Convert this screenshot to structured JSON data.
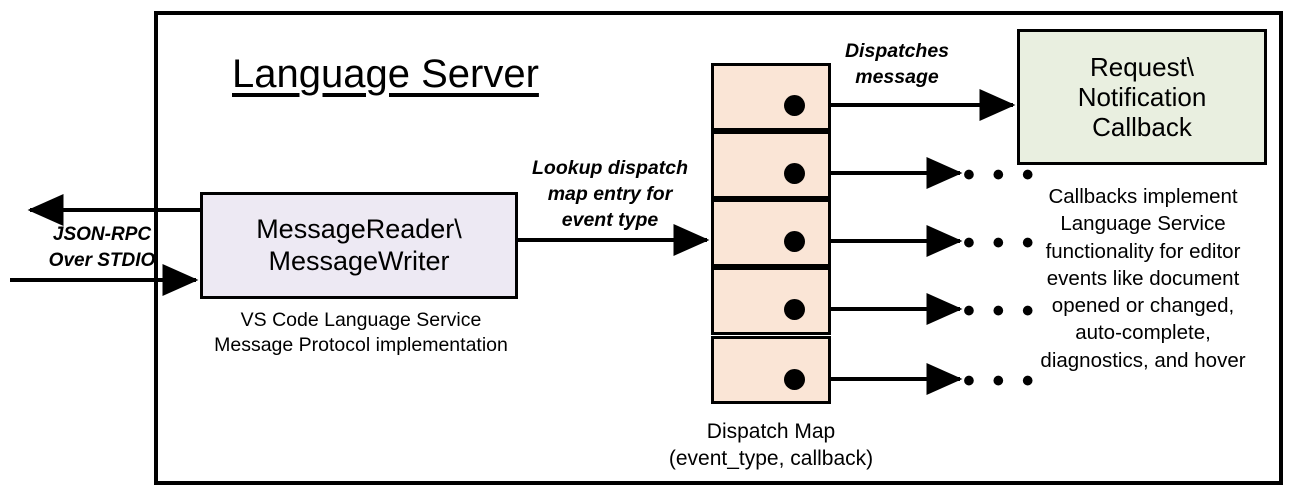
{
  "diagram": {
    "title": "Language Server",
    "frame_label": "language-server-boundary",
    "colors": {
      "messagereader_fill": "#EDE9F3",
      "dispatch_cell_fill": "#FAE5D6",
      "callback_fill": "#E9EFE0",
      "stroke": "#000000",
      "background": "#FFFFFF"
    }
  },
  "io": {
    "label_line1": "JSON-RPC",
    "label_line2": "Over STDIO",
    "outbound_arrow": "arrow-left-out",
    "inbound_arrow": "arrow-right-in"
  },
  "messagereader": {
    "title_line1": "MessageReader\\",
    "title_line2": "MessageWriter",
    "caption_line1": "VS Code Language Service",
    "caption_line2": "Message Protocol implementation"
  },
  "lookup": {
    "line1": "Lookup dispatch",
    "line2": "map entry for",
    "line3": "event type"
  },
  "dispatch_map": {
    "caption_line1": "Dispatch Map",
    "caption_line2": "(event_type, callback)",
    "cell_count": 5,
    "cells": [
      {
        "index": 0,
        "has_dot": true,
        "outgoing": "callback-box"
      },
      {
        "index": 1,
        "has_dot": true,
        "outgoing": "ellipsis"
      },
      {
        "index": 2,
        "has_dot": true,
        "outgoing": "ellipsis"
      },
      {
        "index": 3,
        "has_dot": true,
        "outgoing": "ellipsis"
      },
      {
        "index": 4,
        "has_dot": true,
        "outgoing": "ellipsis"
      }
    ],
    "ellipsis_glyph": "• • •"
  },
  "dispatch_message": {
    "line1": "Dispatches",
    "line2": "message"
  },
  "callback": {
    "title_line1": "Request\\",
    "title_line2": "Notification",
    "title_line3": "Callback",
    "caption_line1": "Callbacks implement",
    "caption_line2": "Language Service",
    "caption_line3": "functionality for editor",
    "caption_line4": "events like document",
    "caption_line5": "opened or changed,",
    "caption_line6": "auto-complete,",
    "caption_line7": "diagnostics, and hover"
  }
}
